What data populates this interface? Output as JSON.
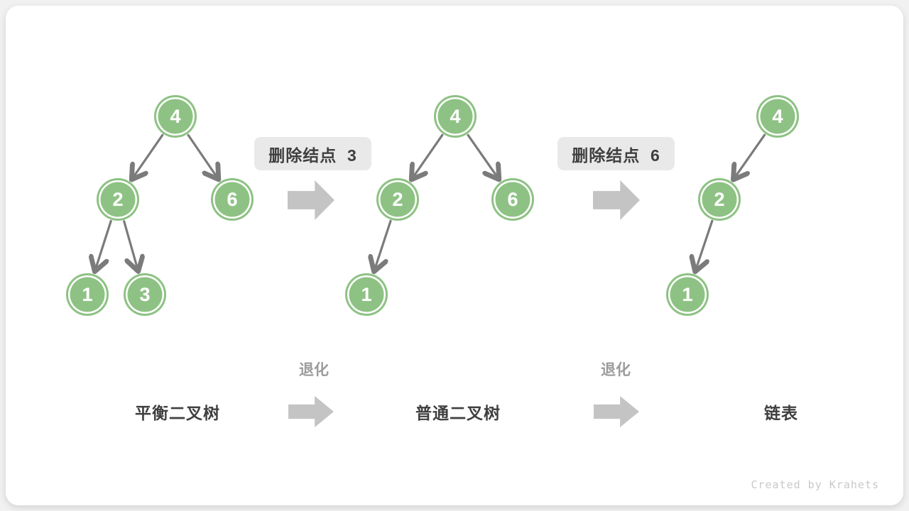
{
  "diagram": {
    "watermark": "Created by Krahets",
    "degrade_label": "退化",
    "steps": [
      {
        "label": "删除结点  3"
      },
      {
        "label": "删除结点  6"
      }
    ],
    "trees": [
      {
        "name": "平衡二叉树",
        "nodes": [
          {
            "value": "4"
          },
          {
            "value": "2"
          },
          {
            "value": "6"
          },
          {
            "value": "1"
          },
          {
            "value": "3"
          }
        ],
        "edges": [
          [
            "4",
            "2"
          ],
          [
            "4",
            "6"
          ],
          [
            "2",
            "1"
          ],
          [
            "2",
            "3"
          ]
        ]
      },
      {
        "name": "普通二叉树",
        "nodes": [
          {
            "value": "4"
          },
          {
            "value": "2"
          },
          {
            "value": "6"
          },
          {
            "value": "1"
          }
        ],
        "edges": [
          [
            "4",
            "2"
          ],
          [
            "4",
            "6"
          ],
          [
            "2",
            "1"
          ]
        ]
      },
      {
        "name": "链表",
        "nodes": [
          {
            "value": "4"
          },
          {
            "value": "2"
          },
          {
            "value": "1"
          }
        ],
        "edges": [
          [
            "4",
            "2"
          ],
          [
            "2",
            "1"
          ]
        ]
      }
    ],
    "colors": {
      "node_fill": "#8EC284",
      "node_text": "#FFFFFF",
      "tree_edge": "#7B7B7B",
      "block_arrow": "#C4C4C4",
      "label_box_bg": "#E9E9E9",
      "dark_text": "#3F3F3F",
      "muted_text": "#9C9C9C",
      "watermark_text": "#C9C9C9"
    }
  }
}
